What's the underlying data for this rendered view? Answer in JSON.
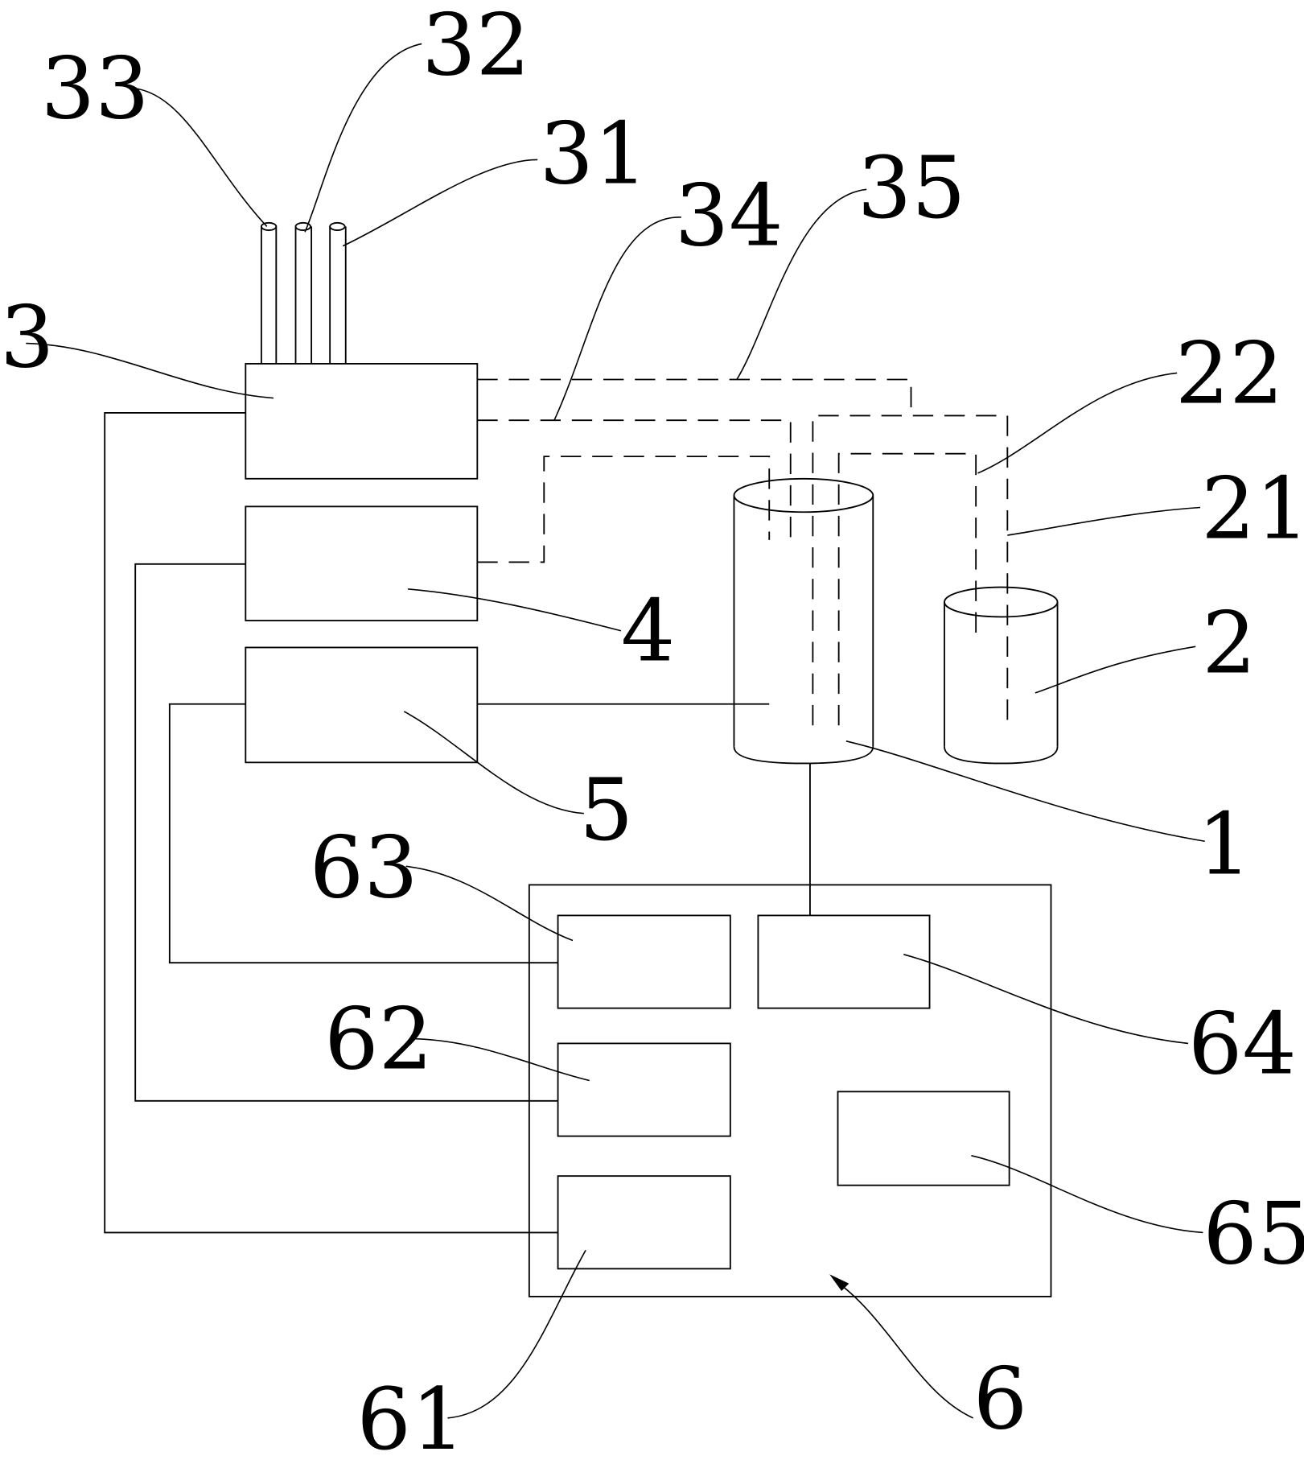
{
  "diagram": {
    "type": "schematic",
    "labels": {
      "l1": "1",
      "l2": "2",
      "l3": "3",
      "l4": "4",
      "l5": "5",
      "l6": "6",
      "l21": "21",
      "l22": "22",
      "l31": "31",
      "l32": "32",
      "l33": "33",
      "l34": "34",
      "l35": "35",
      "l61": "61",
      "l62": "62",
      "l63": "63",
      "l64": "64",
      "l65": "65"
    },
    "components": [
      {
        "id": "1",
        "shape": "cylinder",
        "role": "large tank"
      },
      {
        "id": "2",
        "shape": "cylinder",
        "role": "small tank"
      },
      {
        "id": "3",
        "shape": "box",
        "role": "unit with three pipes 31, 32, 33"
      },
      {
        "id": "4",
        "shape": "box"
      },
      {
        "id": "5",
        "shape": "box"
      },
      {
        "id": "6",
        "shape": "box",
        "role": "control unit containing 61-65"
      }
    ],
    "connections": [
      {
        "from": "3",
        "to": "1",
        "via": "34",
        "style": "dashed"
      },
      {
        "from": "3",
        "to": "2",
        "via": "35",
        "style": "dashed"
      },
      {
        "from": "4",
        "to": "1",
        "style": "dashed"
      },
      {
        "from": "5",
        "to": "1",
        "style": "solid"
      },
      {
        "from": "1",
        "to": "64",
        "style": "solid"
      },
      {
        "from": "2",
        "to": "1",
        "via": "21/22",
        "style": "dashed"
      },
      {
        "from": "3",
        "to": "61",
        "style": "solid"
      },
      {
        "from": "4",
        "to": "62",
        "style": "solid"
      },
      {
        "from": "5",
        "to": "63",
        "style": "solid"
      }
    ]
  }
}
